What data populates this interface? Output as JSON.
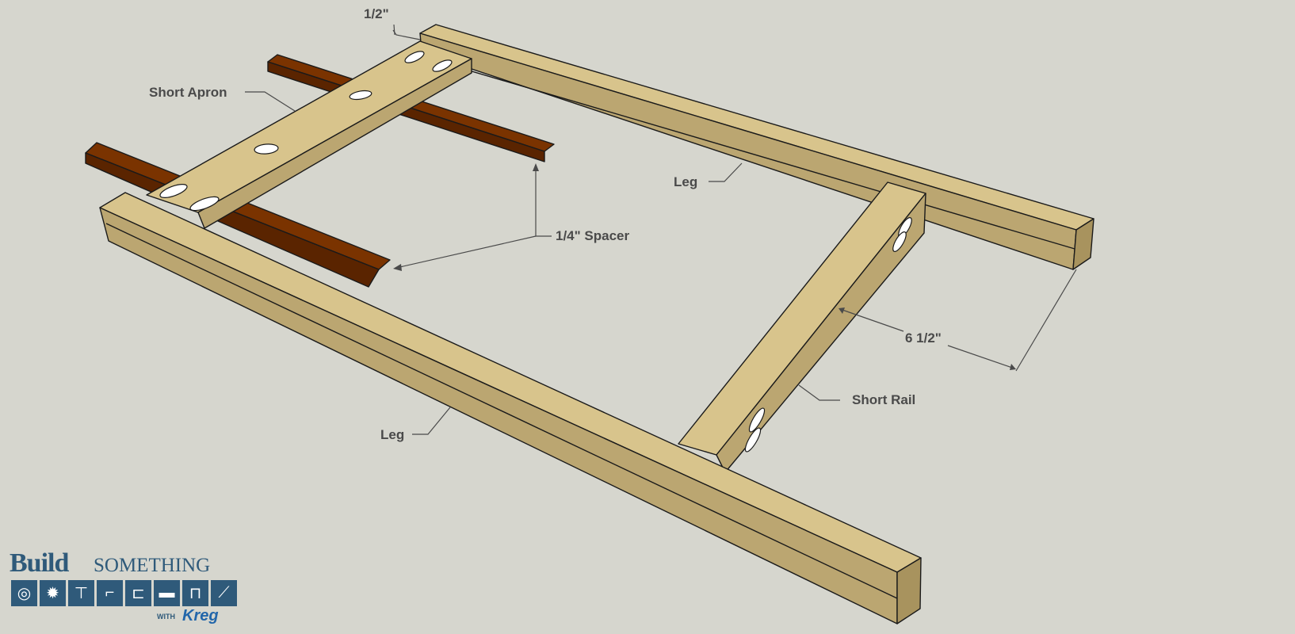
{
  "diagram": {
    "labels": {
      "half_inch": "1/2\"",
      "short_apron": "Short Apron",
      "leg_top": "Leg",
      "spacer": "1/4\" Spacer",
      "six_half": "6 1/2\"",
      "short_rail": "Short Rail",
      "leg_bottom": "Leg"
    },
    "colors": {
      "background": "#d6d6ce",
      "wood_top": "#d8c48c",
      "wood_side": "#bba671",
      "wood_end": "#a8935e",
      "spacer_top": "#7a3300",
      "spacer_side": "#5a2400",
      "outline": "#1a1a1a",
      "label_text": "#4a4a4a"
    }
  },
  "logo": {
    "build": "Build",
    "something": "SOMETHING",
    "with": "WITH",
    "kreg": "Kreg",
    "icons": [
      "tape-measure-icon",
      "saw-blade-icon",
      "hammer-icon",
      "drill-icon",
      "clamp-icon",
      "level-icon",
      "paint-roller-icon",
      "brush-icon"
    ]
  }
}
